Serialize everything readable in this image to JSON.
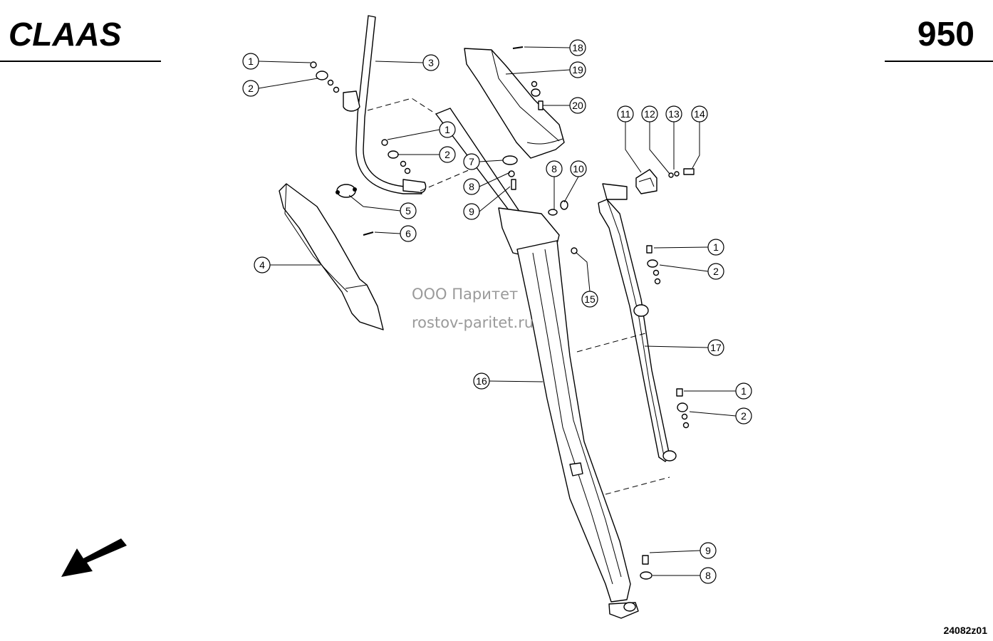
{
  "header": {
    "brand": "CLAAS",
    "model": "950"
  },
  "footer": {
    "drawing_code": "24082z01"
  },
  "watermark": {
    "line1": "ООО Паритет",
    "line2": "rostov-paritet.ru"
  },
  "callouts": [
    {
      "label": "1"
    },
    {
      "label": "2"
    },
    {
      "label": "3"
    },
    {
      "label": "18"
    },
    {
      "label": "19"
    },
    {
      "label": "20"
    },
    {
      "label": "1"
    },
    {
      "label": "2"
    },
    {
      "label": "7"
    },
    {
      "label": "8"
    },
    {
      "label": "9"
    },
    {
      "label": "8"
    },
    {
      "label": "10"
    },
    {
      "label": "11"
    },
    {
      "label": "12"
    },
    {
      "label": "13"
    },
    {
      "label": "14"
    },
    {
      "label": "5"
    },
    {
      "label": "6"
    },
    {
      "label": "4"
    },
    {
      "label": "1"
    },
    {
      "label": "2"
    },
    {
      "label": "15"
    },
    {
      "label": "17"
    },
    {
      "label": "16"
    },
    {
      "label": "1"
    },
    {
      "label": "2"
    },
    {
      "label": "9"
    },
    {
      "label": "8"
    }
  ],
  "icons": {
    "direction": "arrow-down-left-icon"
  }
}
